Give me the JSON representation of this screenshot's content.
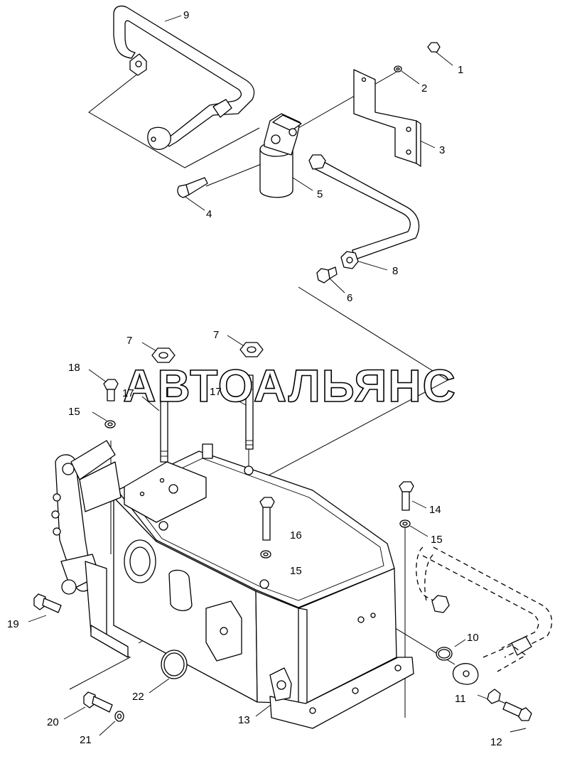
{
  "watermark": "АВТОАЛЬЯНС",
  "callouts": [
    {
      "id": "c1",
      "label": "1"
    },
    {
      "id": "c2",
      "label": "2"
    },
    {
      "id": "c3",
      "label": "3"
    },
    {
      "id": "c4",
      "label": "4"
    },
    {
      "id": "c5",
      "label": "5"
    },
    {
      "id": "c6",
      "label": "6"
    },
    {
      "id": "c7a",
      "label": "7"
    },
    {
      "id": "c7b",
      "label": "7"
    },
    {
      "id": "c8",
      "label": "8"
    },
    {
      "id": "c9",
      "label": "9"
    },
    {
      "id": "c10",
      "label": "10"
    },
    {
      "id": "c11",
      "label": "11"
    },
    {
      "id": "c12",
      "label": "12"
    },
    {
      "id": "c13",
      "label": "13"
    },
    {
      "id": "c14",
      "label": "14"
    },
    {
      "id": "c15a",
      "label": "15"
    },
    {
      "id": "c15b",
      "label": "15"
    },
    {
      "id": "c15c",
      "label": "15"
    },
    {
      "id": "c16",
      "label": "16"
    },
    {
      "id": "c17a",
      "label": "17"
    },
    {
      "id": "c17b",
      "label": "17"
    },
    {
      "id": "c18",
      "label": "18"
    },
    {
      "id": "c19",
      "label": "19"
    },
    {
      "id": "c20",
      "label": "20"
    },
    {
      "id": "c21",
      "label": "21"
    },
    {
      "id": "c22",
      "label": "22"
    }
  ]
}
